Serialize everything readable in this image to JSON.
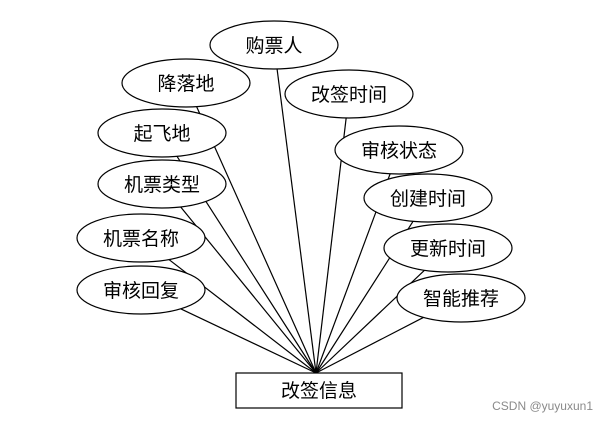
{
  "entity": {
    "name": "改签信息"
  },
  "attributes": [
    {
      "id": "purchaser",
      "label": "购票人"
    },
    {
      "id": "landing-place",
      "label": "降落地"
    },
    {
      "id": "change-time",
      "label": "改签时间"
    },
    {
      "id": "takeoff-place",
      "label": "起飞地"
    },
    {
      "id": "review-status",
      "label": "审核状态"
    },
    {
      "id": "ticket-type",
      "label": "机票类型"
    },
    {
      "id": "create-time",
      "label": "创建时间"
    },
    {
      "id": "ticket-name",
      "label": "机票名称"
    },
    {
      "id": "update-time",
      "label": "更新时间"
    },
    {
      "id": "review-reply",
      "label": "审核回复"
    },
    {
      "id": "smart-recommend",
      "label": "智能推荐"
    }
  ],
  "watermark": "CSDN @yuyuxun1",
  "colors": {
    "stroke": "#000000",
    "fill": "#ffffff",
    "watermark": "#8a8a8a"
  }
}
